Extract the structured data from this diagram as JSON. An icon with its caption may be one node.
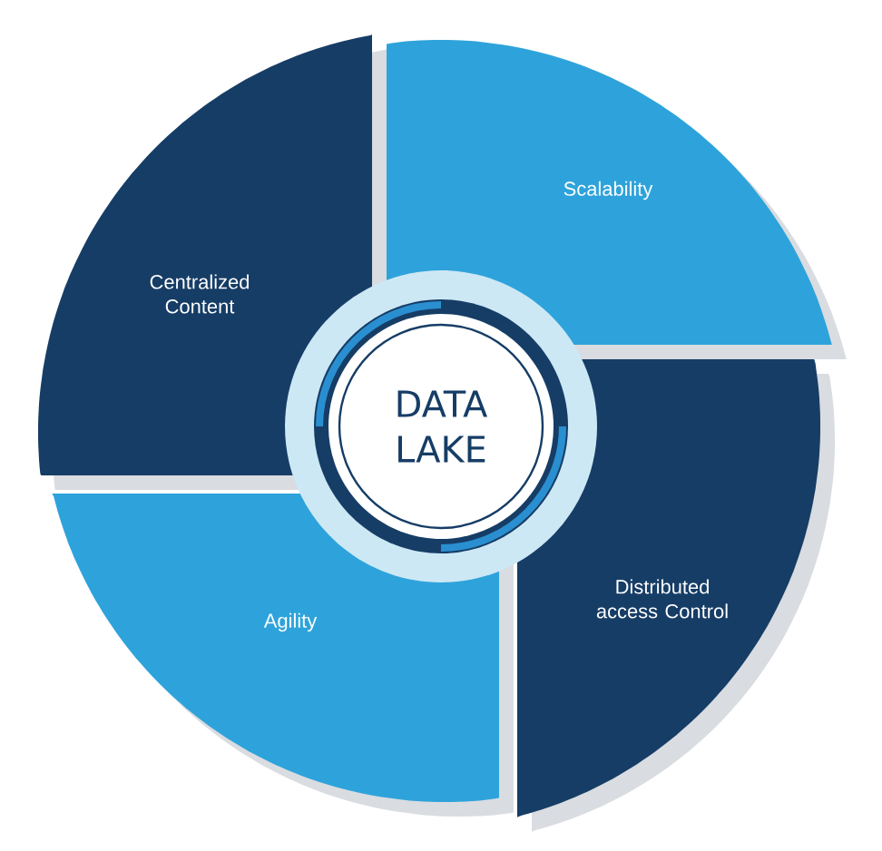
{
  "diagram": {
    "nodes": [
      {
        "text": [
          "Centralized Content"
        ]
      },
      {
        "text": [
          "Scalability"
        ]
      },
      {
        "text": [
          "DATA LAKE"
        ]
      },
      {
        "text": [
          "Agility"
        ]
      },
      {
        "text": [
          "Distributed access Control"
        ]
      }
    ]
  }
}
